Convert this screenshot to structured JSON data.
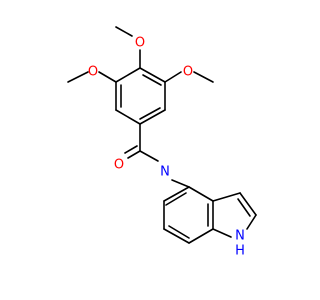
{
  "molecule": {
    "atoms": {
      "o_top": {
        "text": "O",
        "color": "#ff0000"
      },
      "o_left": {
        "text": "O",
        "color": "#ff0000"
      },
      "o_right": {
        "text": "O",
        "color": "#ff0000"
      },
      "o_carbonyl": {
        "text": "O",
        "color": "#ff0000"
      },
      "n_amide": {
        "text": "N",
        "color": "#0000ff"
      },
      "n_indole": {
        "text": "N",
        "color": "#0000ff"
      },
      "h_indole": {
        "text": "H",
        "color": "#0000ff"
      }
    },
    "bond_color": "#000000"
  }
}
